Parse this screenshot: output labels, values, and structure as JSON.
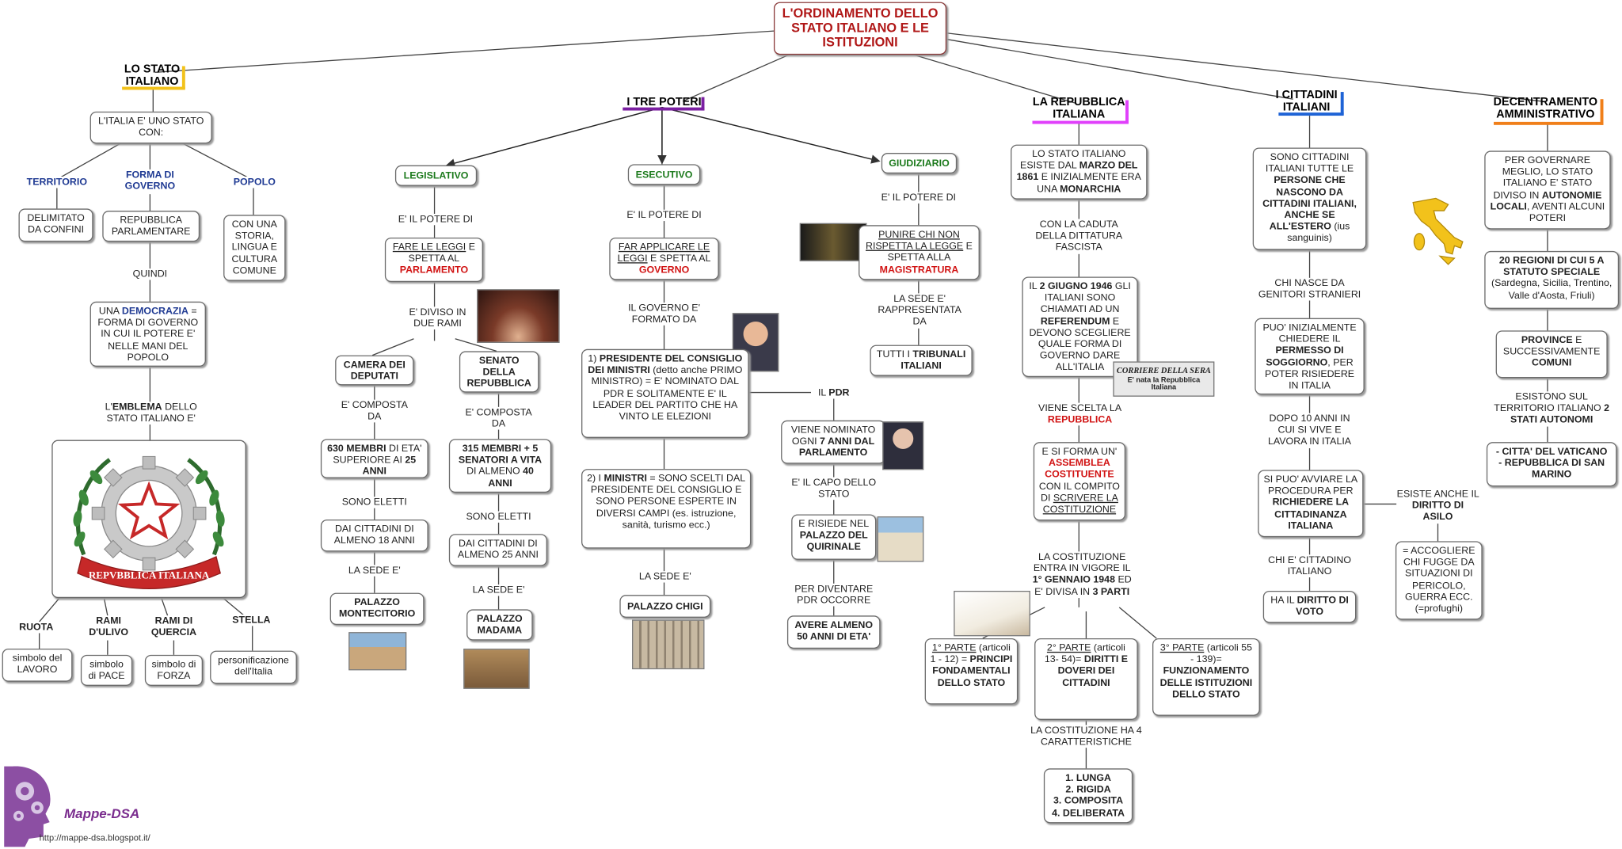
{
  "title": "L'ORDINAMENTO DELLO STATO ITALIANO E LE ISTITUZIONI",
  "branches": {
    "stato": "LO STATO ITALIANO",
    "poteri": "I TRE POTERI",
    "repubblica": "LA REPUBBLICA ITALIANA",
    "cittadini": "I CITTADINI ITALIANI",
    "decentramento": "DECENTRAMENTO AMMINISTRATIVO"
  },
  "bar_colors": {
    "stato": "#f2c21b",
    "poteri": "#7b1fa2",
    "repubblica": "#e040fb",
    "cittadini": "#1e63d6",
    "decentramento": "#f07f1a"
  },
  "stato": {
    "uno_stato": "L'ITALIA E' UNO STATO CON:",
    "territorio_label": "TERRITORIO",
    "forma_label": "FORMA DI GOVERNO",
    "popolo_label": "POPOLO",
    "territorio_box": "DELIMITATO DA CONFINI",
    "forma_box": "REPUBBLICA PARLAMENTARE",
    "popolo_box": "CON UNA STORIA, LINGUA E CULTURA COMUNE",
    "quindi": "QUINDI",
    "democrazia_a": "UNA ",
    "democrazia_b": "DEMOCRAZIA",
    "democrazia_c": " = FORMA DI GOVERNO IN CUI IL POTERE E' NELLE MANI DEL POPOLO",
    "emblema_a": "L'",
    "emblema_b": "EMBLEMA",
    "emblema_c": " DELLO STATO ITALIANO E'",
    "emblem_ribbon": "REPVBBLICA ITALIANA",
    "ruota": "RUOTA",
    "ulivo": "RAMI D'ULIVO",
    "quercia": "RAMI DI QUERCIA",
    "stella": "STELLA",
    "ruota_box": "simbolo del LAVORO",
    "ulivo_box": "simbolo di PACE",
    "quercia_box": "simbolo di FORZA",
    "stella_box": "personificazione dell'Italia"
  },
  "legislativo": {
    "label": "LEGISLATIVO",
    "potere": "E' IL POTERE DI",
    "leggi_a": "FARE LE LEGGI",
    "leggi_b": " E SPETTA AL ",
    "leggi_c": "PARLAMENTO",
    "diviso": "E' DIVISO IN DUE RAMI",
    "camera": "CAMERA DEI DEPUTATI",
    "senato": "SENATO DELLA REPUBBLICA",
    "composta1": "E' COMPOSTA DA",
    "composta2": "E' COMPOSTA DA",
    "camera_membri_a": "630 MEMBRI",
    "camera_membri_b": " DI ETA' SUPERIORE AI ",
    "camera_membri_c": "25 ANNI",
    "senato_membri_a": "315 MEMBRI + 5 SENATORI A VITA",
    "senato_membri_b": " DI ALMENO ",
    "senato_membri_c": "40 ANNI",
    "eletti1": "SONO ELETTI",
    "eletti2": "SONO ELETTI",
    "camera_cittadini": "DAI CITTADINI DI ALMENO 18 ANNI",
    "senato_cittadini": "DAI CITTADINI DI ALMENO 25 ANNI",
    "sede1": "LA SEDE E'",
    "sede2": "LA SEDE E'",
    "camera_sede": "PALAZZO MONTECITORIO",
    "senato_sede": "PALAZZO MADAMA"
  },
  "esecutivo": {
    "label": "ESECUTIVO",
    "potere": "E' IL POTERE DI",
    "applicare_a": "FAR APPLICARE LE LEGGI",
    "applicare_b": " E SPETTA AL ",
    "applicare_c": "GOVERNO",
    "formato": "IL GOVERNO E' FORMATO DA",
    "presidente_a": "1) ",
    "presidente_b": "PRESIDENTE DEL CONSIGLIO DEI MINISTRI",
    "presidente_c": " (detto anche PRIMO MINISTRO) = E' NOMINATO DAL PDR E SOLITAMENTE E' IL LEADER DEL PARTITO CHE HA VINTO LE ELEZIONI",
    "ministri_a": "2) I ",
    "ministri_b": "MINISTRI",
    "ministri_c": " = SONO SCELTI DAL PRESIDENTE DEL CONSIGLIO E SONO PERSONE ESPERTE IN DIVERSI CAMPI (es. istruzione, sanità, turismo ecc.)",
    "sede": "LA SEDE E'",
    "chigi": "PALAZZO CHIGI",
    "pdr_a": "IL ",
    "pdr_b": "PDR",
    "nominato_a": "VIENE NOMINATO OGNI ",
    "nominato_b": "7 ANNI DAL PARLAMENTO",
    "capo": "E' IL CAPO DELLO STATO",
    "risiede_a": "E RISIEDE NEL ",
    "risiede_b": "PALAZZO DEL QUIRINALE",
    "diventare": "PER DIVENTARE PDR OCCORRE",
    "anni50": "AVERE ALMENO 50 ANNI DI ETA'"
  },
  "giudiziario": {
    "label": "GIUDIZIARIO",
    "potere": "E' IL POTERE DI",
    "punire_a": "PUNIRE CHI NON RISPETTA LA LEGGE",
    "punire_b": " E SPETTA ALLA ",
    "punire_c": "MAGISTRATURA",
    "sede": "LA SEDE E' RAPPRESENTATA DA",
    "tribunali_a": "TUTTI I ",
    "tribunali_b": "TRIBUNALI ITALIANI"
  },
  "repubblica": {
    "esiste_a": "LO STATO ITALIANO ESISTE DAL ",
    "esiste_b": "MARZO DEL 1861",
    "esiste_c": " E INIZIALMENTE ERA UNA ",
    "esiste_d": "MONARCHIA",
    "caduta": "CON LA CADUTA DELLA DITTATURA FASCISTA",
    "giugno_a": "IL ",
    "giugno_b": "2 GIUGNO 1946",
    "giugno_c": " GLI ITALIANI SONO CHIAMATI AD UN ",
    "giugno_d": "REFERENDUM",
    "giugno_e": " E DEVONO SCEGLIERE QUALE FORMA DI GOVERNO DARE ALL'ITALIA",
    "scelta_a": "VIENE SCELTA LA ",
    "scelta_b": "REPUBBLICA",
    "assemblea_a": "E SI FORMA UN' ",
    "assemblea_b": "ASSEMBLEA COSTITUENTE",
    "assemblea_c": " CON IL COMPITO DI ",
    "assemblea_d": "SCRIVERE LA COSTITUZIONE",
    "vigore_a": "LA COSTITUZIONE ENTRA IN VIGORE IL ",
    "vigore_b": "1° GENNAIO 1948",
    "vigore_c": " ED E' DIVISA IN ",
    "vigore_d": "3 PARTI",
    "parte1_a": "1° PARTE",
    "parte1_b": " (articoli 1 - 12) = ",
    "parte1_c": "PRINCIPI FONDAMENTALI DELLO STATO",
    "parte2_a": "2° PARTE",
    "parte2_b": " (articoli 13- 54)= ",
    "parte2_c": "DIRITTI E DOVERI DEI CITTADINI",
    "parte3_a": "3° PARTE",
    "parte3_b": " (articoli 55 - 139)= ",
    "parte3_c": "FUNZIONAMENTO DELLE ISTITUZIONI DELLO STATO",
    "caratteristiche": "LA COSTITUZIONE HA 4 CARATTERISTICHE",
    "c1": "1. LUNGA",
    "c2": "2. RIGIDA",
    "c3": "3. COMPOSITA",
    "c4": "4. DELIBERATA",
    "newspaper_title": "CORRIERE DELLA SERA",
    "newspaper_headline": "E' nata la Repubblica Italiana"
  },
  "cittadini": {
    "sono_a": "SONO CITTADINI ITALIANI TUTTE LE ",
    "sono_b": "PERSONE CHE NASCONO DA CITTADINI ITALIANI, ANCHE SE ALL'ESTERO",
    "sono_c": " (ius sanguinis)",
    "stranieri": "CHI NASCE DA GENITORI STRANIERI",
    "permesso_a": "PUO' INIZIALMENTE CHIEDERE  IL ",
    "permesso_b": "PERMESSO DI SOGGIORNO",
    "permesso_c": ", PER POTER RISIEDERE IN ITALIA",
    "dieci": "DOPO 10 ANNI IN CUI SI VIVE E LAVORA IN ITALIA",
    "procedura_a": "SI PUO' AVVIARE LA PROCEDURA PER ",
    "procedura_b": "RICHIEDERE LA CITTADINANZA ITALIANA",
    "asilo_a": "ESISTE ANCHE IL ",
    "asilo_b": "DIRITTO DI ASILO",
    "accogliere": "= ACCOGLIERE CHI FUGGE DA SITUAZIONI DI PERICOLO, GUERRA ECC. (=profughi)",
    "chi": "CHI E' CITTADINO ITALIANO",
    "voto_a": "HA IL ",
    "voto_b": "DIRITTO DI VOTO"
  },
  "decentramento": {
    "governare_a": "PER GOVERNARE MEGLIO, LO STATO ITALIANO E' STATO DIVISO IN ",
    "governare_b": "AUTONOMIE LOCALI",
    "governare_c": ", AVENTI ALCUNI POTERI",
    "regioni_a": "20 REGIONI DI CUI 5 A STATUTO SPECIALE",
    "regioni_b": " (Sardegna, Sicilia, Trentino, Valle d'Aosta, Friuli)",
    "province_a": "PROVINCE",
    "province_b": " E SUCCESSIVAMENTE ",
    "province_c": "COMUNI",
    "esistono_a": "ESISTONO SUL TERRITORIO ITALIANO ",
    "esistono_b": "2 STATI AUTONOMI",
    "stati_a": "- CITTA' DEL VATICANO",
    "stati_b": "- REPUBBLICA DI SAN MARINO"
  },
  "logo": {
    "name": "Mappe-DSA",
    "url": "http://mappe-dsa.blogspot.it/"
  }
}
